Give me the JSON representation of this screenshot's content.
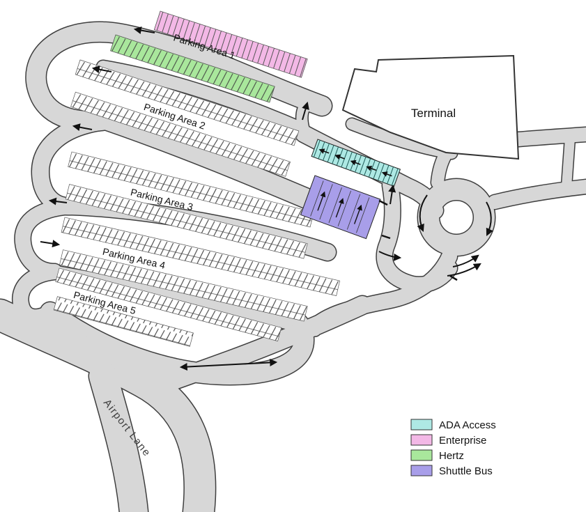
{
  "map": {
    "parking_areas": [
      {
        "label": "Parking Area 1"
      },
      {
        "label": "Parking Area 2"
      },
      {
        "label": "Parking Area 3"
      },
      {
        "label": "Parking Area 4"
      },
      {
        "label": "Parking Area 5"
      }
    ],
    "terminal": {
      "label": "Terminal"
    },
    "road": {
      "label": "Airport Lane"
    }
  },
  "legend": {
    "items": [
      {
        "name": "ada",
        "label": "ADA Access",
        "color": "#aee9e4"
      },
      {
        "name": "enterprise",
        "label": "Enterprise",
        "color": "#f3b8e6"
      },
      {
        "name": "hertz",
        "label": "Hertz",
        "color": "#a9e79c"
      },
      {
        "name": "shuttle",
        "label": "Shuttle Bus",
        "color": "#a89ee9"
      }
    ]
  }
}
